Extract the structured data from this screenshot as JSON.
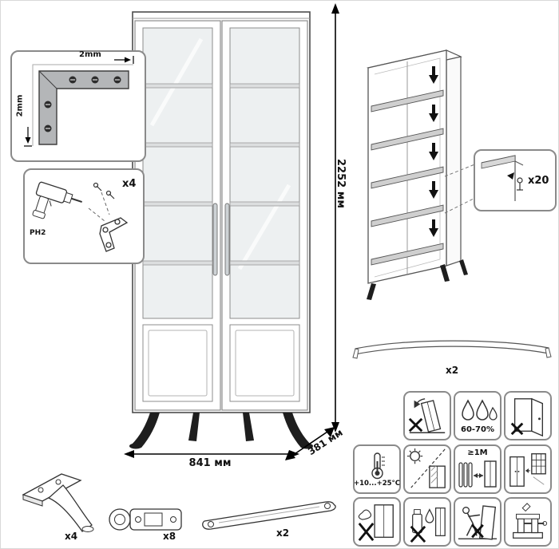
{
  "sheet": {
    "dimensions": {
      "height_label": "2252 мм",
      "width_label": "841 мм",
      "depth_label": "381 мм"
    },
    "corner_detail": {
      "top_gap": "2mm",
      "side_gap": "2mm"
    },
    "tools": {
      "screw_count": "x4",
      "bit_label": "PH2"
    },
    "shelf_pins": {
      "count": "x20"
    },
    "rail": {
      "count": "x2"
    },
    "parts": {
      "leg_count": "x4",
      "hinge_count": "x8",
      "strip_count": "x2"
    },
    "care": {
      "humidity": "60-70%",
      "temperature": "+10...+25°C",
      "distance": "≥1M"
    }
  }
}
